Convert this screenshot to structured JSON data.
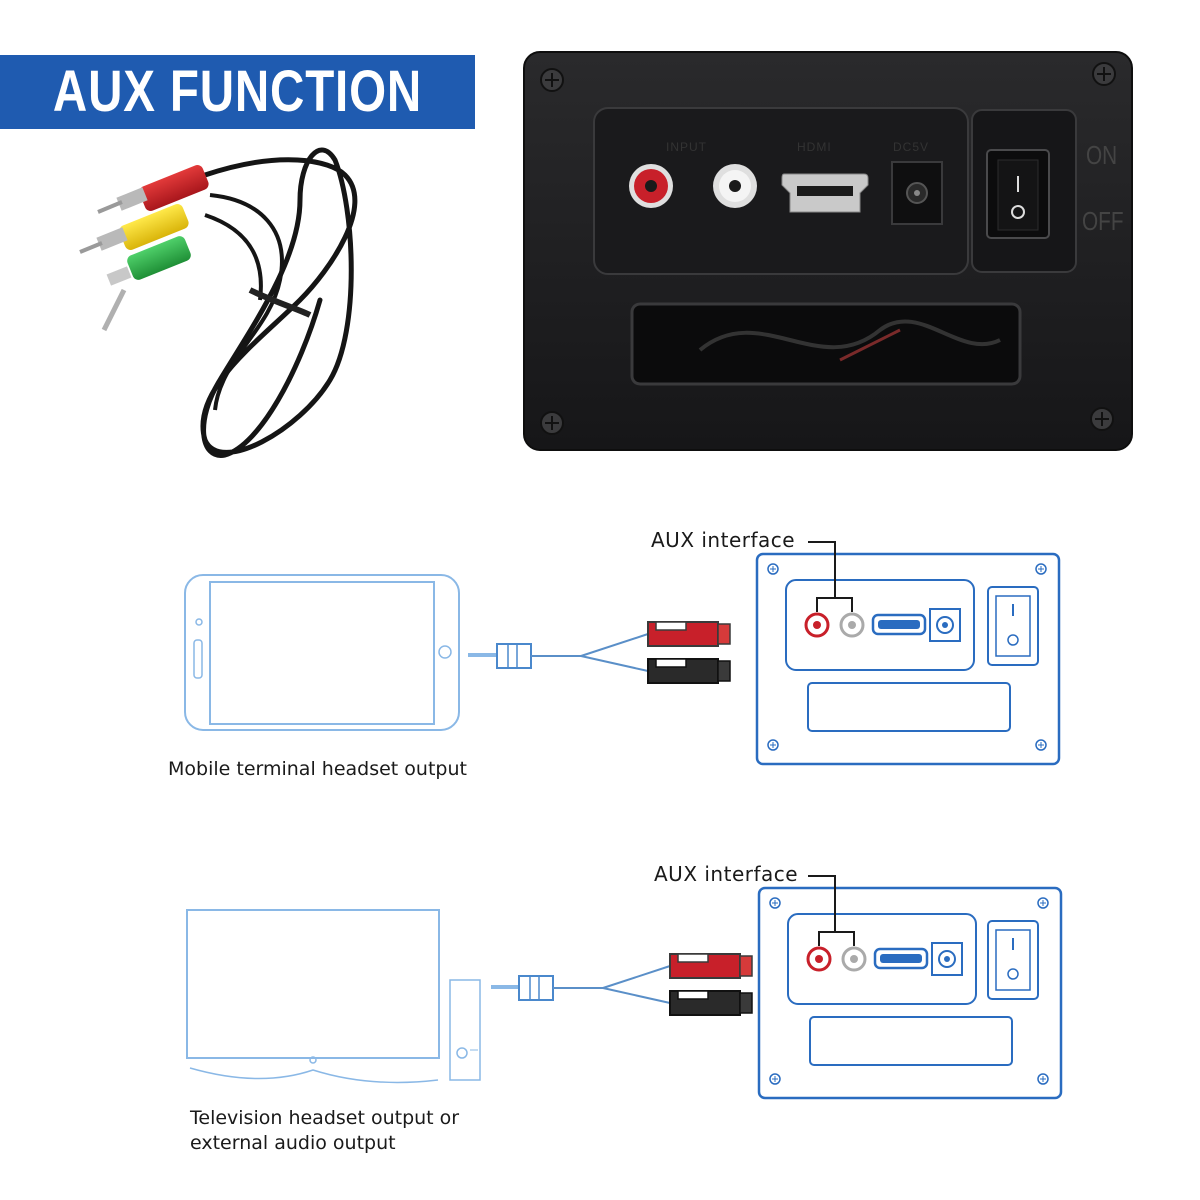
{
  "banner": {
    "title": "AUX FUNCTION"
  },
  "panel_photo": {
    "labels": {
      "input": "INPUT",
      "hdmi": "HDMI",
      "dc": "DC5V"
    },
    "switch": {
      "on": "ON",
      "off": "OFF",
      "mark_on": "I",
      "mark_off": "O"
    }
  },
  "diagrams": [
    {
      "aux_label": "AUX interface",
      "caption_lines": [
        "Mobile terminal headset output"
      ]
    },
    {
      "aux_label": "AUX interface",
      "caption_lines": [
        "Television headset output or",
        "external audio output"
      ]
    }
  ],
  "colors": {
    "banner": "#1f5bb0",
    "diagram_line": "#2a6cc0",
    "device_outline": "#8ab8e6",
    "rca_red": "#c8202a",
    "rca_yellow": "#f1d21b",
    "rca_green": "#2fb34a",
    "panel": "#1b1b1d"
  }
}
